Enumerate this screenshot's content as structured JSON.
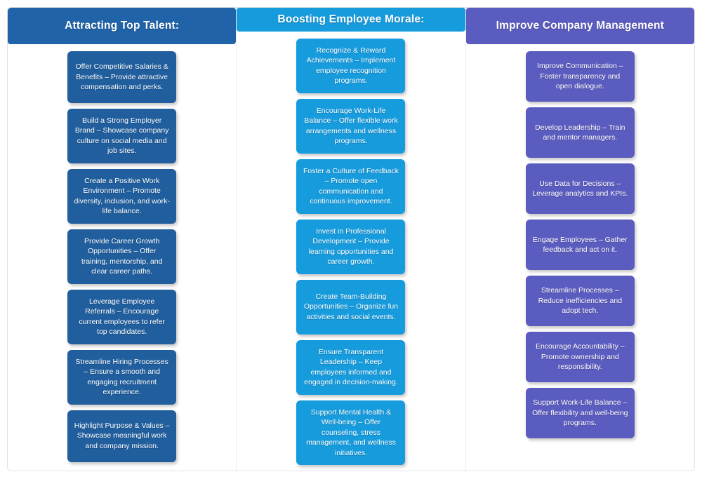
{
  "board": {
    "frame_color": "#e3e3e3",
    "background": "#ffffff"
  },
  "columns": [
    {
      "id": "attracting-top-talent",
      "header": "Attracting Top Talent:",
      "header_color": "#2063a8",
      "card_color": "#205e9e",
      "cards": [
        "Offer Competitive Salaries & Benefits – Provide attractive compensation and perks.",
        "Build a Strong Employer Brand – Showcase company culture on social media and job sites.",
        "Create a Positive Work Environment – Promote diversity, inclusion, and work-life balance.",
        "Provide Career Growth Opportunities – Offer training, mentorship, and clear career paths.",
        "Leverage Employee Referrals – Encourage current employees to refer top candidates.",
        "Streamline Hiring Processes – Ensure a smooth and engaging recruitment experience.",
        "Highlight Purpose & Values – Showcase meaningful work and company mission."
      ]
    },
    {
      "id": "boosting-employee-morale",
      "header": "Boosting Employee Morale:",
      "header_color": "#169bdd",
      "card_color": "#169bdd",
      "cards": [
        "Recognize & Reward Achievements – Implement employee recognition programs.",
        "Encourage Work-Life Balance – Offer flexible work arrangements and wellness programs.",
        "Foster a Culture of Feedback – Promote open communication and continuous improvement.",
        "Invest in Professional Development – Provide learning opportunities and career growth.",
        "Create Team-Building Opportunities – Organize fun activities and social events.",
        "Ensure Transparent Leadership – Keep employees informed and engaged in decision-making.",
        "Support Mental Health & Well-being – Offer counseling, stress management, and wellness initiatives."
      ]
    },
    {
      "id": "improve-company-management",
      "header": "Improve Company Management",
      "header_color": "#5b5cbf",
      "card_color": "#5b5cbf",
      "cards": [
        "Improve Communication – Foster transparency and open dialogue.",
        "Develop Leadership – Train and mentor managers.",
        "Use Data for Decisions – Leverage analytics and KPIs.",
        "Engage Employees – Gather feedback and act on it.",
        "Streamline Processes – Reduce inefficiencies and adopt tech.",
        "Encourage Accountability – Promote ownership and responsibility.",
        "Support Work-Life Balance – Offer flexibility and well-being programs."
      ]
    }
  ]
}
